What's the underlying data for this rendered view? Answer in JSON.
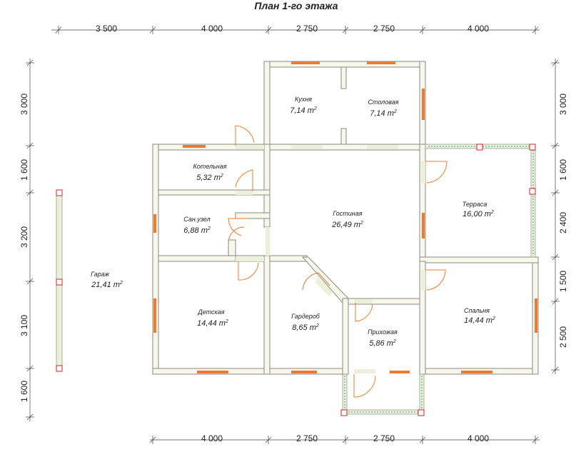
{
  "title": "План 1-го этажа",
  "dimensions": {
    "top": [
      "3 500",
      "4 000",
      "2 750",
      "2 750",
      "4 000"
    ],
    "bottom": [
      "4 000",
      "2 750",
      "2 750",
      "4 000"
    ],
    "left": [
      "3 000",
      "1 600",
      "3 200",
      "3 100",
      "1 600"
    ],
    "right": [
      "3 000",
      "1 600",
      "2 400",
      "1 500",
      "2 500"
    ]
  },
  "area_unit": "m",
  "area_unit_exp": "2",
  "rooms": [
    {
      "id": "kitchen",
      "name": "Кухня",
      "area": "7,14"
    },
    {
      "id": "dining",
      "name": "Столовая",
      "area": "7,14"
    },
    {
      "id": "boiler",
      "name": "Котельная",
      "area": "5,32"
    },
    {
      "id": "bathroom",
      "name": "Сан.узел",
      "area": "6,88"
    },
    {
      "id": "living",
      "name": "Гостиная",
      "area": "26,49"
    },
    {
      "id": "terrace",
      "name": "Терраса",
      "area": "16,00"
    },
    {
      "id": "garage",
      "name": "Гараж",
      "area": "21,41"
    },
    {
      "id": "kids",
      "name": "Детская",
      "area": "14,44"
    },
    {
      "id": "wardrobe",
      "name": "Гардероб",
      "area": "8,65"
    },
    {
      "id": "hall",
      "name": "Прихожая",
      "area": "5,86"
    },
    {
      "id": "bedroom",
      "name": "Спальня",
      "area": "14,44"
    }
  ]
}
